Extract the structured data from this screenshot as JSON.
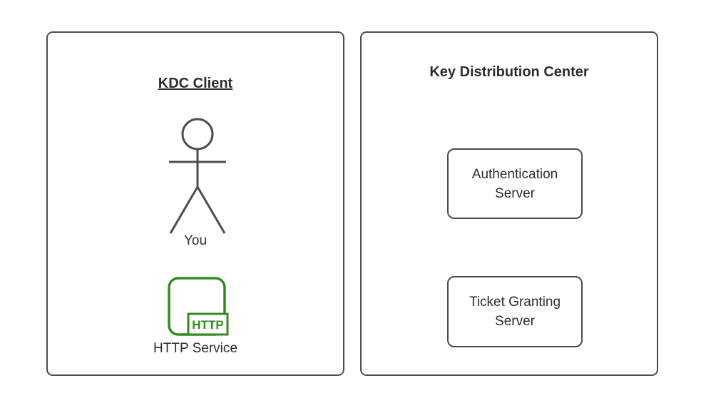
{
  "diagram": {
    "client_panel": {
      "title": "KDC Client",
      "actor_label": "You",
      "service_badge": "HTTP",
      "service_label": "HTTP Service"
    },
    "kdc_panel": {
      "title": "Key Distribution Center",
      "nodes": [
        {
          "label": "Authentication Server"
        },
        {
          "label": "Ticket Granting Server"
        }
      ]
    },
    "colors": {
      "border": "#4d4d4d",
      "text": "#2d2d2d",
      "accent_green": "#338a1f",
      "background": "#ffffff"
    }
  }
}
